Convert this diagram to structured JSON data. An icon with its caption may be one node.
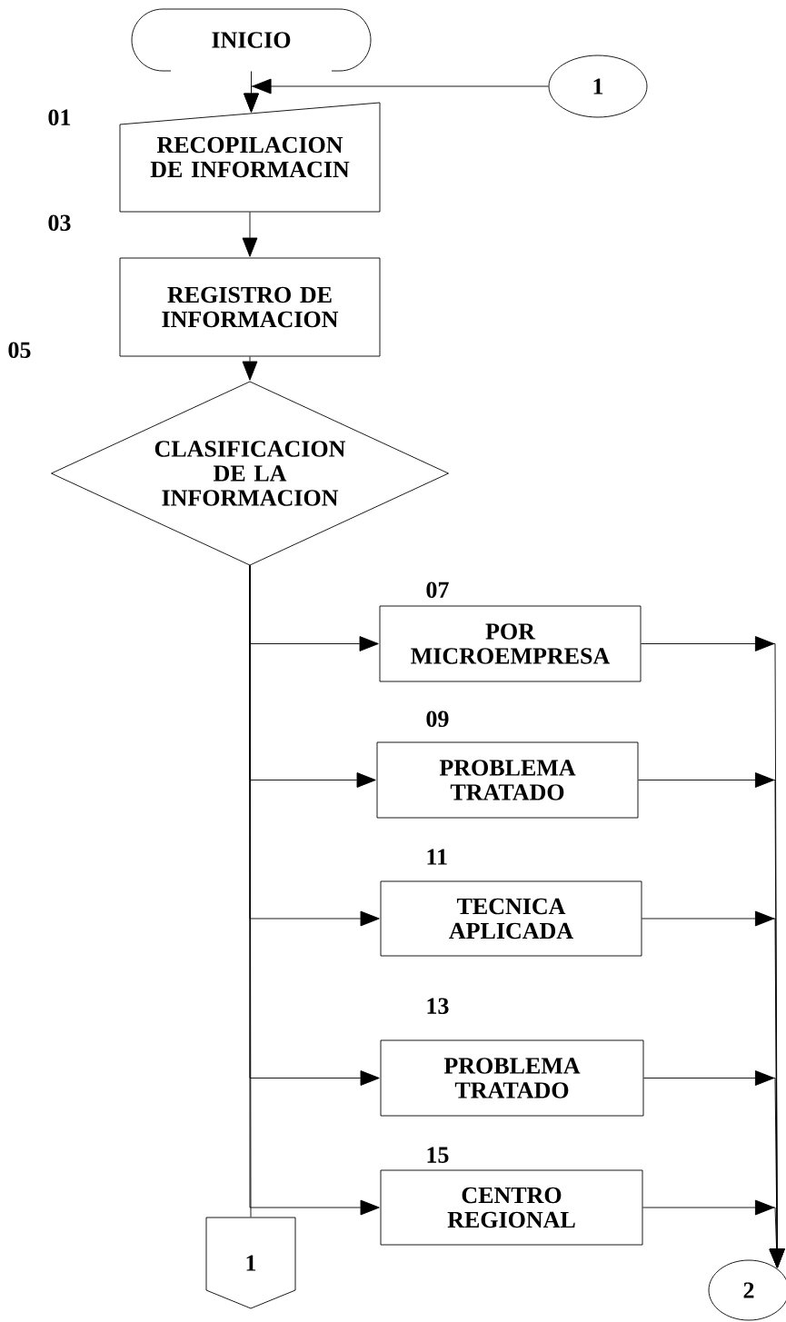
{
  "diagram": {
    "nodes": [
      {
        "text": [
          "INICIO"
        ]
      },
      {
        "text": [
          "1"
        ]
      },
      {
        "text": [
          "RECOPILACION DE INFORMACIN"
        ],
        "beside": [
          "01"
        ]
      },
      {
        "text": [
          "REGISTRO DE INFORMACION"
        ],
        "beside": [
          "03"
        ]
      },
      {
        "text": [
          "CLASIFICACION DE LA INFORMACION"
        ],
        "beside": [
          "05"
        ]
      },
      {
        "text": [
          "POR MICROEMPRESA"
        ],
        "beside": [
          "07"
        ]
      },
      {
        "text": [
          "PROBLEMA TRATADO"
        ],
        "beside": [
          "09"
        ]
      },
      {
        "text": [
          "TECNICA APLICADA"
        ],
        "beside": [
          "11"
        ]
      },
      {
        "text": [
          "PROBLEMA TRATADO"
        ],
        "beside": [
          "13"
        ]
      },
      {
        "text": [
          "CENTRO REGIONAL"
        ],
        "beside": [
          "15"
        ]
      },
      {
        "text": [
          "1"
        ]
      },
      {
        "text": [
          "2"
        ]
      }
    ],
    "edges": [
      {
        "from": 0,
        "to": 2,
        "arrow": "to"
      },
      {
        "from": 1,
        "to": 2,
        "arrow": "to"
      },
      {
        "from": 2,
        "to": 3,
        "arrow": "to"
      },
      {
        "from": 3,
        "to": 4,
        "arrow": "to"
      },
      {
        "from": 4,
        "to": 5,
        "arrow": "to"
      },
      {
        "from": 4,
        "to": 6,
        "arrow": "to"
      },
      {
        "from": 4,
        "to": 7,
        "arrow": "to"
      },
      {
        "from": 4,
        "to": 8,
        "arrow": "to"
      },
      {
        "from": 4,
        "to": 9,
        "arrow": "to"
      },
      {
        "from": 4,
        "to": 10,
        "arrow": "none"
      },
      {
        "from": 5,
        "to": 11,
        "arrow": "to"
      },
      {
        "from": 6,
        "to": 11,
        "arrow": "to"
      },
      {
        "from": 7,
        "to": 11,
        "arrow": "to"
      },
      {
        "from": 8,
        "to": 11,
        "arrow": "to"
      },
      {
        "from": 9,
        "to": 11,
        "arrow": "to"
      }
    ]
  }
}
